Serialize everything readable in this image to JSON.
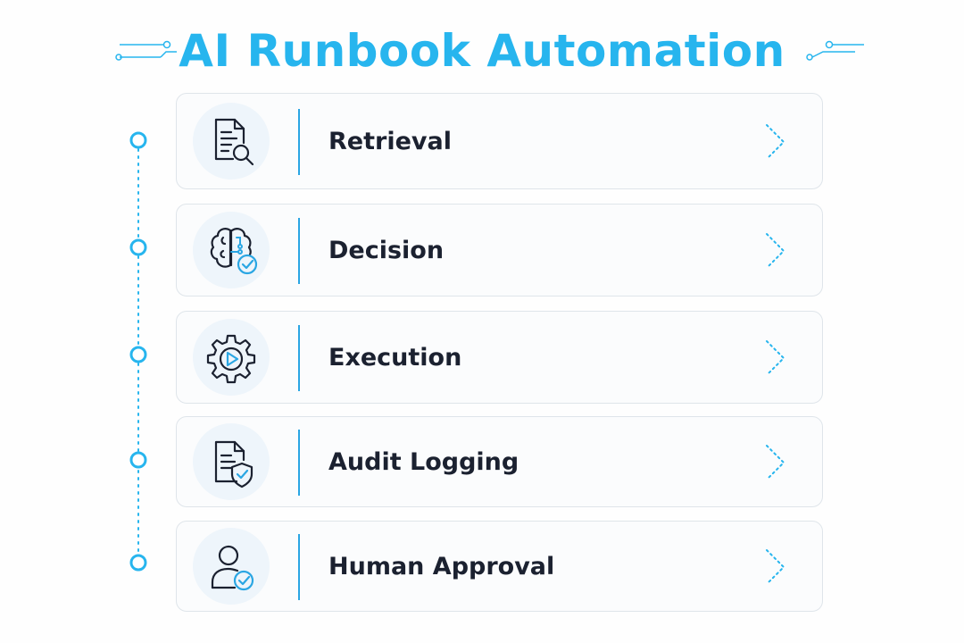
{
  "title": "AI Runbook Automation",
  "colors": {
    "accent": "#27b5ee",
    "line": "#2aa6e3",
    "text": "#1b2130",
    "card_border": "#dfe5ea",
    "icon_bg": "#eef5fb"
  },
  "steps": [
    {
      "label": "Retrieval",
      "icon": "document-search-icon"
    },
    {
      "label": "Decision",
      "icon": "brain-check-icon"
    },
    {
      "label": "Execution",
      "icon": "gear-play-icon"
    },
    {
      "label": "Audit Logging",
      "icon": "document-shield-icon"
    },
    {
      "label": "Human Approval",
      "icon": "user-check-icon"
    }
  ]
}
